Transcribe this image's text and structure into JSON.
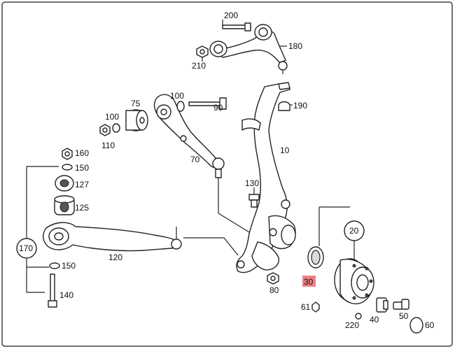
{
  "labels": {
    "p200": "200",
    "p180": "180",
    "p210": "210",
    "p100a": "100",
    "p75": "75",
    "p90": "90",
    "p190": "190",
    "p100b": "100",
    "p110": "110",
    "p10": "10",
    "p160": "160",
    "p70": "70",
    "p150a": "150",
    "p127": "127",
    "p130": "130",
    "p125": "125",
    "p20": "20",
    "p170": "170",
    "p120": "120",
    "p150b": "150",
    "p80": "80",
    "p30": "30",
    "p140": "140",
    "p61": "61",
    "p50": "50",
    "p40": "40",
    "p60": "60",
    "p220": "220"
  },
  "colors": {
    "highlight": "#f07f85",
    "line": "#222222",
    "shade": "#d9d9d9"
  }
}
